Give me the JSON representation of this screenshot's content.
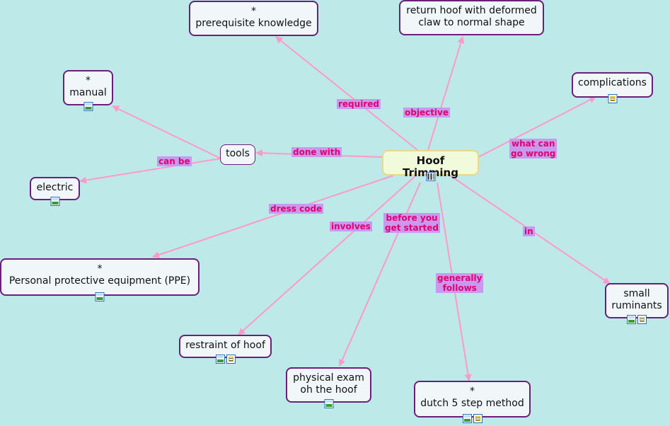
{
  "colors": {
    "background": "#bde9e8",
    "link": "#ff99cc",
    "node_border": "#6c1f78",
    "label_bg": "#c79af0",
    "label_text": "#e0006e"
  },
  "nodes": {
    "hoof_trimming": "Hoof Trimming",
    "prerequisite": [
      "*",
      "prerequisite knowledge"
    ],
    "objective": [
      "return hoof with deformed",
      "claw to normal shape"
    ],
    "complications": "complications",
    "manual": [
      "*",
      "manual"
    ],
    "tools": "tools",
    "electric": "electric",
    "ppe": [
      "*",
      "Personal protective equipment (PPE)"
    ],
    "restraint": "restraint of hoof",
    "physical_exam": [
      "physical exam",
      "oh the hoof"
    ],
    "dutch": [
      "*",
      "dutch 5 step method"
    ],
    "small_ruminants": [
      "small",
      "ruminants"
    ]
  },
  "links": {
    "required": "required",
    "objective": "objective",
    "what_can_go_wrong": [
      "what can",
      "go wrong"
    ],
    "done_with": "done with",
    "can_be": "can be",
    "dress_code": "dress code",
    "involves": "involves",
    "before_you_get_started": [
      "before you",
      "get started"
    ],
    "generally_follows": [
      "generally",
      "follows"
    ],
    "in": "in"
  }
}
